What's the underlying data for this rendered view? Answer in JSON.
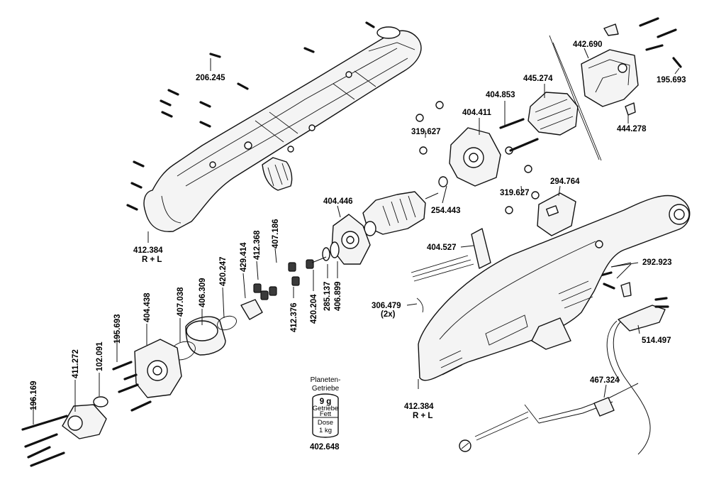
{
  "diagram": {
    "callouts": [
      {
        "id": "c206245",
        "text": "206.245"
      },
      {
        "id": "c412384a",
        "text": "412.384"
      },
      {
        "id": "c412384a2",
        "text": "R + L"
      },
      {
        "id": "c404853",
        "text": "404.853"
      },
      {
        "id": "c445274",
        "text": "445.274"
      },
      {
        "id": "c442690",
        "text": "442.690"
      },
      {
        "id": "c195693a",
        "text": "195.693"
      },
      {
        "id": "c404411",
        "text": "404.411"
      },
      {
        "id": "c319627a",
        "text": "319.627"
      },
      {
        "id": "c444278",
        "text": "444.278"
      },
      {
        "id": "c294764",
        "text": "294.764"
      },
      {
        "id": "c319627b",
        "text": "319.627"
      },
      {
        "id": "c254443",
        "text": "254.443"
      },
      {
        "id": "c404446",
        "text": "404.446"
      },
      {
        "id": "c404527",
        "text": "404.527"
      },
      {
        "id": "c292923",
        "text": "292.923"
      },
      {
        "id": "c407186",
        "text": "407.186"
      },
      {
        "id": "c412368",
        "text": "412.368"
      },
      {
        "id": "c429414",
        "text": "429.414"
      },
      {
        "id": "c420247",
        "text": "420.247"
      },
      {
        "id": "c406309",
        "text": "406.309"
      },
      {
        "id": "c407038",
        "text": "407.038"
      },
      {
        "id": "c404438",
        "text": "404.438"
      },
      {
        "id": "c195693b",
        "text": "195.693"
      },
      {
        "id": "c102091",
        "text": "102.091"
      },
      {
        "id": "c411272",
        "text": "411.272"
      },
      {
        "id": "c196169",
        "text": "196.169"
      },
      {
        "id": "c412376",
        "text": "412.376"
      },
      {
        "id": "c420204",
        "text": "420.204"
      },
      {
        "id": "c285137",
        "text": "285.137"
      },
      {
        "id": "c406899",
        "text": "406.899"
      },
      {
        "id": "c306479",
        "text": "306.479"
      },
      {
        "id": "c306479b",
        "text": "(2x)"
      },
      {
        "id": "c514497",
        "text": "514.497"
      },
      {
        "id": "c467324",
        "text": "467.324"
      },
      {
        "id": "c412384b",
        "text": "412.384"
      },
      {
        "id": "c412384b2",
        "text": "R + L"
      },
      {
        "id": "c402648",
        "text": "402.648"
      }
    ],
    "grease": {
      "title1": "Planeten-",
      "title2": "Getriebe",
      "amount": "9 g",
      "label1": "Getriebe",
      "label2": "Fett",
      "can1": "Dose",
      "can2": "1 kg"
    }
  }
}
